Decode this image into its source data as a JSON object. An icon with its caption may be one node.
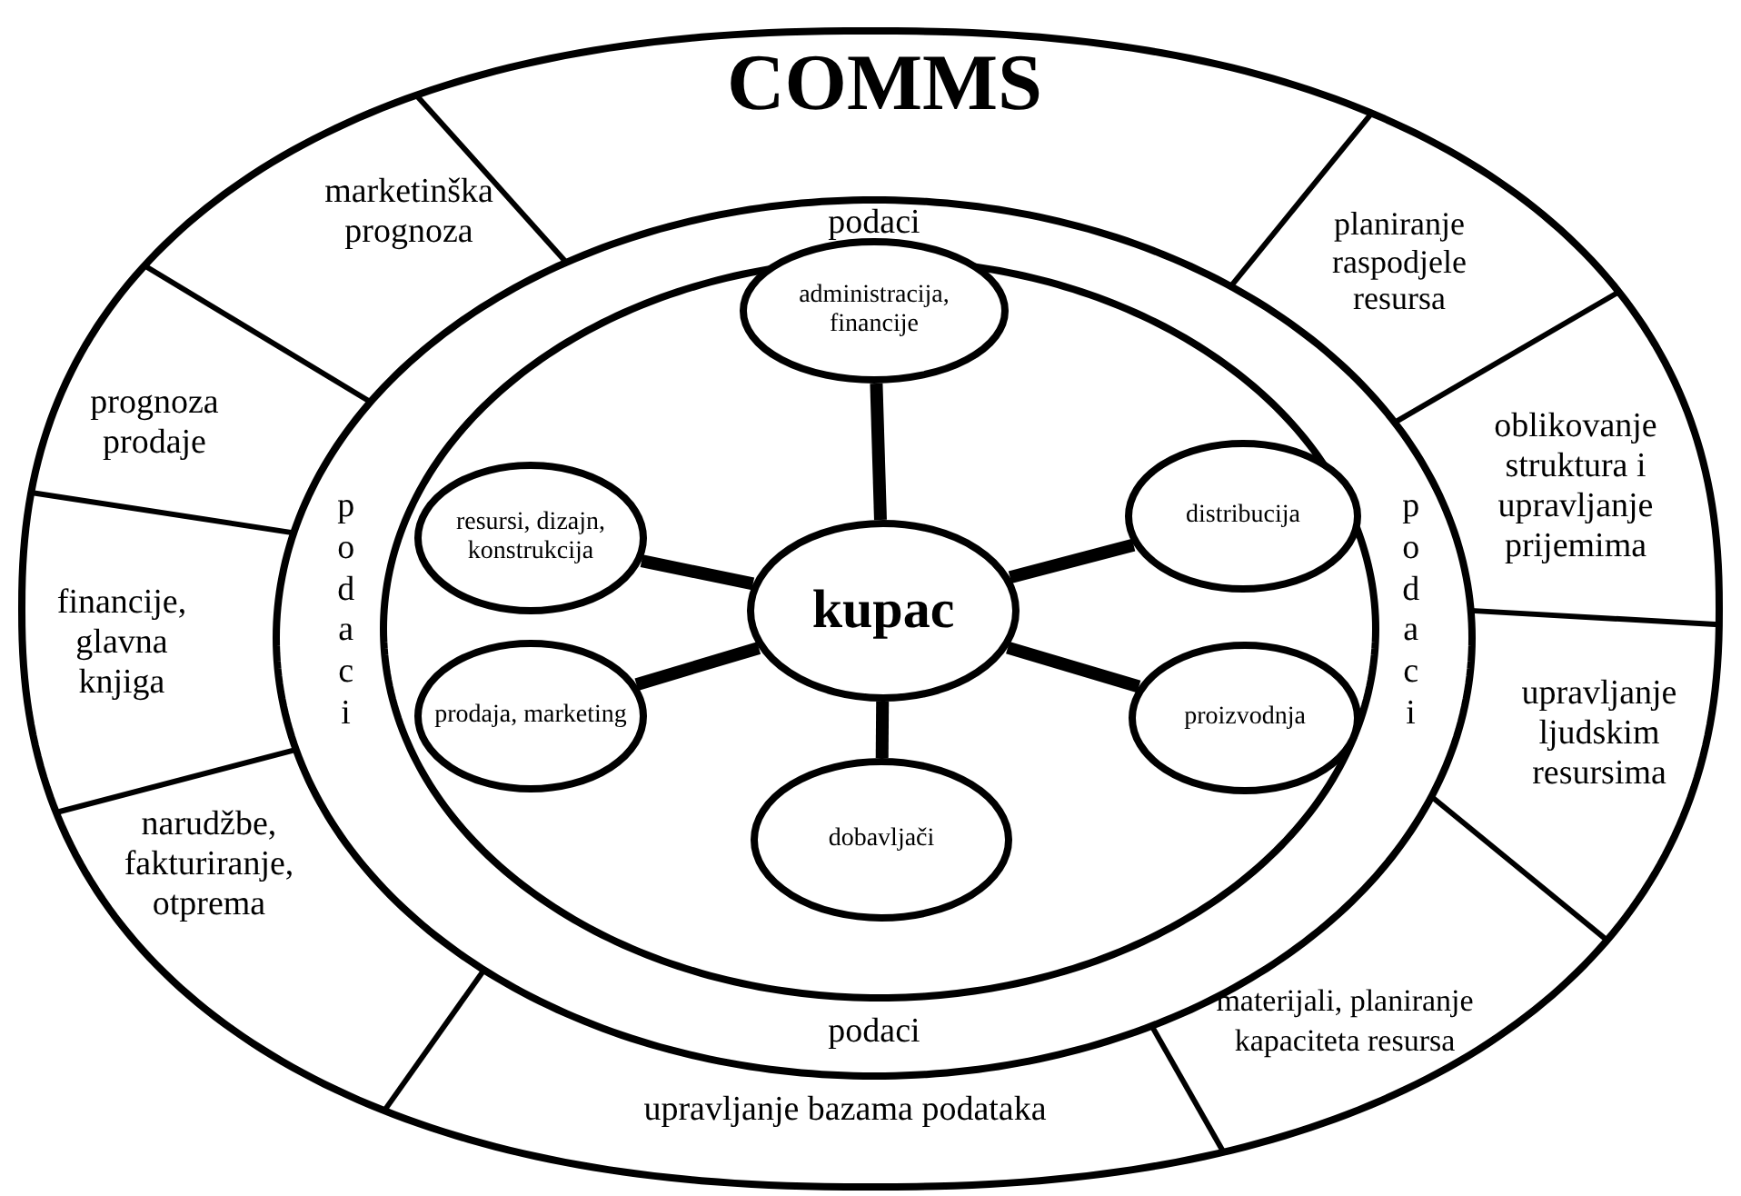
{
  "diagram": {
    "nodes": [
      {
        "text": [
          "COMMS"
        ]
      },
      {
        "text": [
          "marketinška prognoza"
        ],
        "in": 0
      },
      {
        "text": [
          "planiranje raspodjele resursa"
        ],
        "in": 0
      },
      {
        "text": [
          "prognoza prodaje"
        ],
        "in": 0
      },
      {
        "text": [
          "oblikovanje struktura i upravljanje prijemima"
        ],
        "in": 0
      },
      {
        "text": [
          "financije, glavna knjiga"
        ],
        "in": 0
      },
      {
        "text": [
          "upravljanje ljudskim resursima"
        ],
        "in": 0
      },
      {
        "text": [
          "narudžbe, fakturiranje, otprema"
        ],
        "in": 0
      },
      {
        "text": [
          "materijali, planiranje kapaciteta resursa"
        ],
        "in": 0
      },
      {
        "text": [
          "upravljanje bazama podataka"
        ],
        "in": 0
      },
      {
        "text": [
          "podaci",
          "podaci",
          "podaci",
          "podaci"
        ],
        "in": 0
      },
      {
        "text": [
          "administracija, financije"
        ],
        "in": 10
      },
      {
        "text": [
          "resursi, dizajn, konstrukcija"
        ],
        "in": 10
      },
      {
        "text": [
          "distribucija"
        ],
        "in": 10
      },
      {
        "text": [
          "kupac"
        ],
        "in": 10
      },
      {
        "text": [
          "prodaja, marketing"
        ],
        "in": 10
      },
      {
        "text": [
          "proizvodnja"
        ],
        "in": 10
      },
      {
        "text": [
          "dobavljači"
        ],
        "in": 10
      }
    ],
    "edges": [
      {
        "from": 14,
        "to": 11,
        "arrow": "none"
      },
      {
        "from": 14,
        "to": 12,
        "arrow": "none"
      },
      {
        "from": 14,
        "to": 13,
        "arrow": "none"
      },
      {
        "from": 14,
        "to": 15,
        "arrow": "none"
      },
      {
        "from": 14,
        "to": 16,
        "arrow": "none"
      },
      {
        "from": 14,
        "to": 17,
        "arrow": "none"
      }
    ]
  }
}
